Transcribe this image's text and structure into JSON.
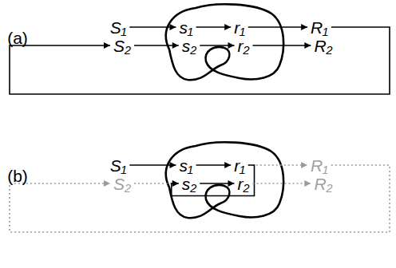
{
  "diagram": {
    "nodes": [
      {
        "text": [
          "S₁"
        ]
      },
      {
        "text": [
          "s₁"
        ]
      },
      {
        "text": [
          "r₁"
        ]
      },
      {
        "text": [
          "R₁"
        ]
      },
      {
        "text": [
          "S₂"
        ]
      },
      {
        "text": [
          "s₂"
        ]
      },
      {
        "text": [
          "r₂"
        ]
      },
      {
        "text": [
          "R₂"
        ]
      },
      {
        "text": [
          "S₁"
        ]
      },
      {
        "text": [
          "s₁"
        ]
      },
      {
        "text": [
          "r₁"
        ]
      },
      {
        "text": [
          "R₁"
        ]
      },
      {
        "text": [
          "S₂"
        ]
      },
      {
        "text": [
          "s₂"
        ]
      },
      {
        "text": [
          "r₂"
        ]
      },
      {
        "text": [
          "R₂"
        ]
      }
    ],
    "edges": [
      {
        "from": 0,
        "to": 1,
        "arrow": "to"
      },
      {
        "from": 1,
        "to": 2,
        "arrow": "to"
      },
      {
        "from": 2,
        "to": 3,
        "arrow": "to"
      },
      {
        "from": 4,
        "to": 5,
        "arrow": "to"
      },
      {
        "from": 5,
        "to": 6,
        "arrow": "to"
      },
      {
        "from": 6,
        "to": 7,
        "arrow": "to"
      },
      {
        "from": 3,
        "to": 4,
        "arrow": "to"
      },
      {
        "from": 8,
        "to": 9,
        "arrow": "to"
      },
      {
        "from": 9,
        "to": 10,
        "arrow": "to"
      },
      {
        "from": 10,
        "to": 11,
        "arrow": "to"
      },
      {
        "from": 12,
        "to": 13,
        "arrow": "to"
      },
      {
        "from": 10,
        "to": 13,
        "arrow": "to"
      },
      {
        "from": 13,
        "to": 14,
        "arrow": "to"
      },
      {
        "from": 14,
        "to": 15,
        "arrow": "to"
      },
      {
        "from": 11,
        "to": 12,
        "arrow": "to"
      }
    ],
    "labels": [
      "(a)",
      "(b)"
    ]
  }
}
